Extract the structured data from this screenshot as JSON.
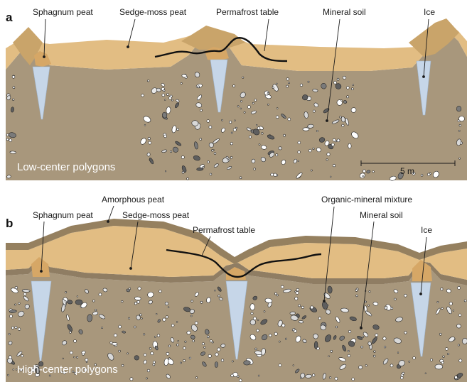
{
  "panel_a": {
    "letter": "a",
    "title": "Low-center polygons",
    "labels": {
      "sphagnum_peat": "Sphagnum peat",
      "sedge_moss_peat": "Sedge-moss peat",
      "permafrost_table": "Permafrost table",
      "mineral_soil": "Mineral soil",
      "ice": "Ice"
    },
    "scale_bar": "5 m"
  },
  "panel_b": {
    "letter": "b",
    "title": "High-center polygons",
    "labels": {
      "amorphous_peat": "Amorphous peat",
      "sphagnum_peat": "Sphagnum peat",
      "sedge_moss_peat": "Sedge-moss peat",
      "permafrost_table": "Permafrost table",
      "organic_mineral_mixture": "Organic-mineral mixture",
      "mineral_soil": "Mineral soil",
      "ice": "Ice"
    }
  },
  "colors": {
    "mineral_soil": "#a8977c",
    "sedge_moss_peat": "#e2bd83",
    "sphagnum_peat": "#d6a766",
    "amorphous_peat": "#95805f",
    "organic_mineral_mixture": "#8f7d63",
    "ice": "#c6d6e8",
    "permafrost_table": "#111111"
  }
}
